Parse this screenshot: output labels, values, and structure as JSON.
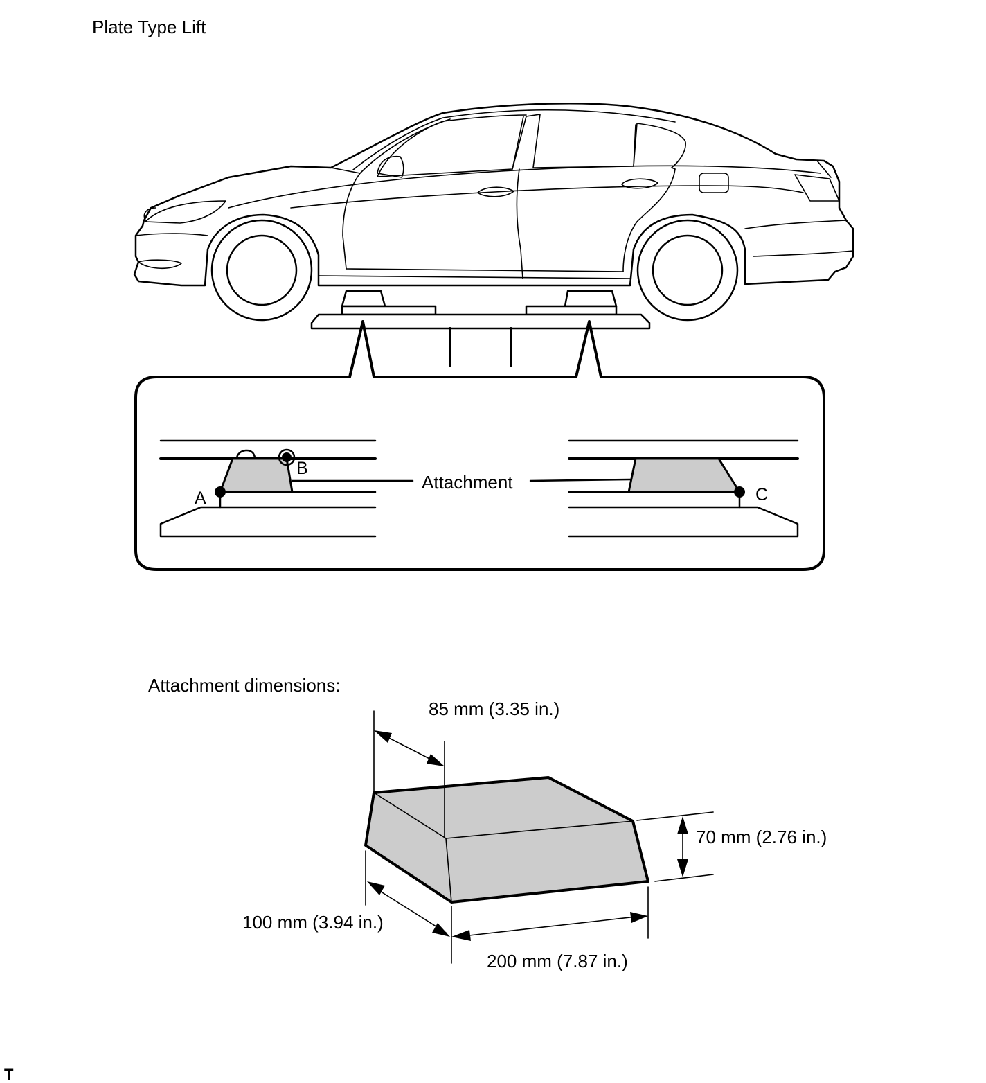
{
  "title": "Plate Type Lift",
  "detail": {
    "point_a": "A",
    "point_b": "B",
    "point_c": "C",
    "attachment_label": "Attachment"
  },
  "dimensions": {
    "heading": "Attachment dimensions:",
    "depth_top": "85 mm (3.35 in.)",
    "height": "70 mm (2.76 in.)",
    "width_side": "100 mm (3.94 in.)",
    "length": "200 mm (7.87 in.)"
  },
  "footer_mark": "T",
  "colors": {
    "line": "#000000",
    "attachment_fill": "#cccccc",
    "background": "#ffffff"
  }
}
